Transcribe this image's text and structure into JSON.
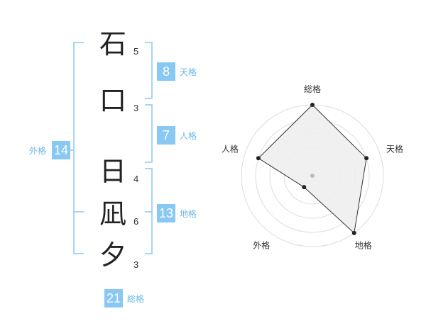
{
  "colors": {
    "accent": "#88c8f3",
    "label": "#6fb6e6",
    "text": "#222222"
  },
  "characters": [
    {
      "char": "石",
      "strokes": "5"
    },
    {
      "char": "口",
      "strokes": "3"
    },
    {
      "char": "日",
      "strokes": "4"
    },
    {
      "char": "凪",
      "strokes": "6"
    },
    {
      "char": "夕",
      "strokes": "3"
    }
  ],
  "fortunes": {
    "tenkaku": {
      "label": "天格",
      "value": "8"
    },
    "jinkaku": {
      "label": "人格",
      "value": "7"
    },
    "chikaku": {
      "label": "地格",
      "value": "13"
    },
    "gaikaku": {
      "label": "外格",
      "value": "14"
    },
    "soukaku": {
      "label": "総格",
      "value": "21"
    }
  },
  "chart_data": {
    "type": "radar",
    "axes": [
      "総格",
      "天格",
      "地格",
      "外格",
      "人格"
    ],
    "values": [
      5,
      4,
      5,
      1,
      4
    ],
    "range": [
      0,
      5
    ],
    "rings": 5,
    "fill": "#eeeeee",
    "line": "#333333"
  }
}
